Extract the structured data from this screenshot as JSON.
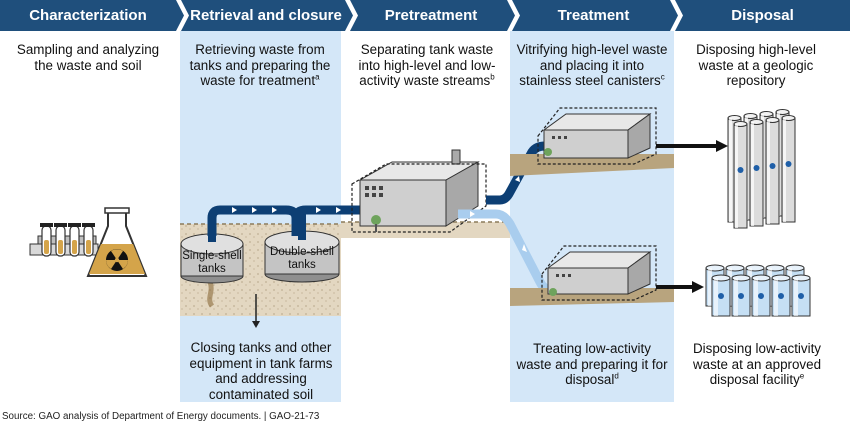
{
  "stages": [
    {
      "id": "characterization",
      "title": "Characterization",
      "text": "Sampling and analyzing the waste and soil"
    },
    {
      "id": "retrieval",
      "title": "Retrieval and closure",
      "text": "Retrieving waste from tanks and preparing the waste for treatment",
      "note": "a"
    },
    {
      "id": "pretreatment",
      "title": "Pretreatment",
      "text": "Separating tank waste into high-level and low-activity waste streams",
      "note": "b"
    },
    {
      "id": "treatment",
      "title": "Treatment",
      "text": "Vitrifying high-level waste and placing it into stainless steel canisters",
      "note": "c"
    },
    {
      "id": "disposal",
      "title": "Disposal",
      "text": "Disposing high-level waste at a geologic repository"
    }
  ],
  "closure_text": "Closing tanks and other equipment in tank farms and addressing contaminated soil",
  "low_activity_treatment_text": "Treating low-activity waste and preparing it for disposal",
  "low_activity_treatment_note": "d",
  "low_activity_disposal_text": "Disposing low-activity waste at an approved disposal facility",
  "low_activity_disposal_note": "e",
  "tank_labels": {
    "single": "Single-shell tanks",
    "double": "Double-shell tanks"
  },
  "source": "Source: GAO analysis of Department of Energy documents. | GAO-21-73",
  "colors": {
    "header": "#1f4f7c",
    "highlight": "#d4e7f8",
    "pipe_high": "#0d3f74",
    "pipe_low": "#a9cdee",
    "ground": "#b8a47e"
  }
}
